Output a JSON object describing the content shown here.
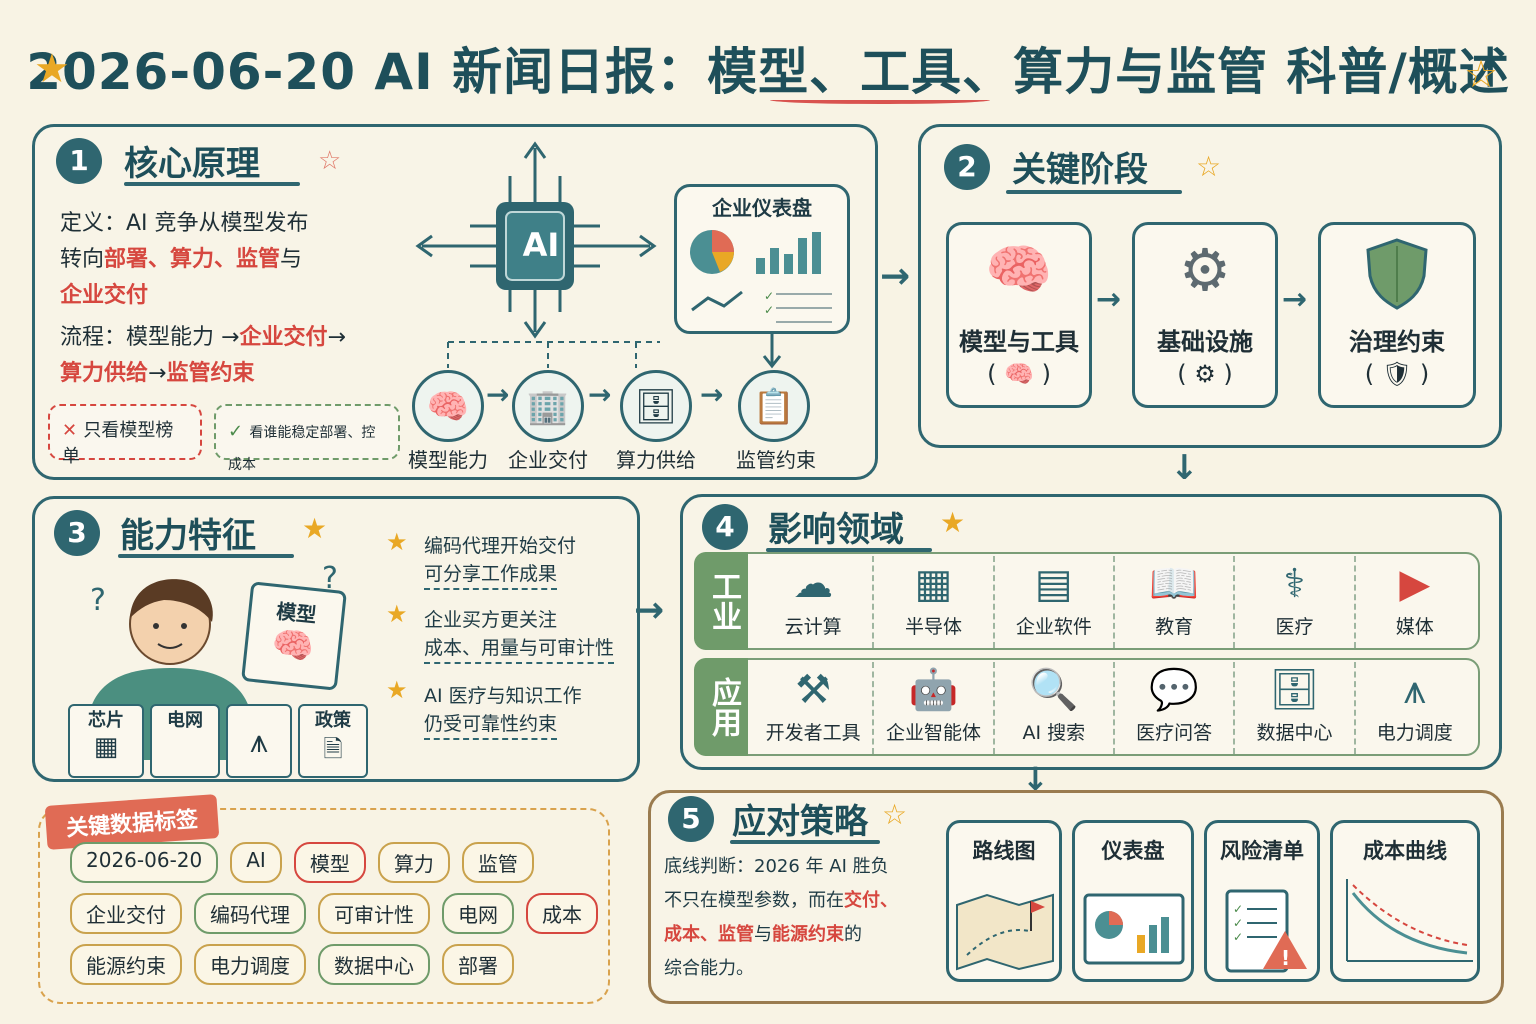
{
  "title": "2026-06-20 AI 新闻日报：模型、工具、算力与监管 科普/概述",
  "sections": {
    "s1": {
      "num": "1",
      "title": "核心原理",
      "def_line1": "定义：AI 竞争从模型发布",
      "def_line2a": "转向",
      "def_red1": "部署、算力、监管",
      "def_line2b": "与",
      "def_red2": "企业交付",
      "flow_a": "流程：模型能力 →",
      "flow_red1": "企业交付",
      "flow_b": "→",
      "flow_red2": "算力供给",
      "flow_c": "→",
      "flow_red3": "监管约束",
      "wrong_box": "只看模型榜单",
      "right_box": "看谁能稳定部署、控成本",
      "chip_label": "AI",
      "dashboard_title": "企业仪表盘",
      "flow_items": [
        "模型能力",
        "企业交付",
        "算力供给",
        "监管约束"
      ]
    },
    "s2": {
      "num": "2",
      "title": "关键阶段",
      "cards": [
        {
          "label": "模型与工具",
          "paren": "( 🧠 )"
        },
        {
          "label": "基础设施",
          "paren": "( ⚙ )"
        },
        {
          "label": "治理约束",
          "paren": "( 🛡 )"
        }
      ]
    },
    "s3": {
      "num": "3",
      "title": "能力特征",
      "sign": "模型",
      "cards": [
        "芯片",
        "电网",
        "",
        "政策"
      ],
      "points": [
        {
          "l1": "编码代理开始交付",
          "l2": "可分享工作成果"
        },
        {
          "l1": "企业买方更关注",
          "l2": "成本、用量与可审计性"
        },
        {
          "l1": "AI 医疗与知识工作",
          "l2": "仍受可靠性约束"
        }
      ]
    },
    "s4": {
      "num": "4",
      "title": "影响领域",
      "row1_head": "工业",
      "row2_head": "应用",
      "row1": [
        {
          "icon": "cloud-icon",
          "label": "云计算"
        },
        {
          "icon": "chip-icon",
          "label": "半导体"
        },
        {
          "icon": "software-icon",
          "label": "企业软件"
        },
        {
          "icon": "book-icon",
          "label": "教育"
        },
        {
          "icon": "stethoscope-icon",
          "label": "医疗"
        },
        {
          "icon": "play-icon",
          "label": "媒体"
        }
      ],
      "row2": [
        {
          "icon": "tools-icon",
          "label": "开发者工具"
        },
        {
          "icon": "robot-icon",
          "label": "企业智能体"
        },
        {
          "icon": "magnifier-icon",
          "label": "AI 搜索"
        },
        {
          "icon": "qa-icon",
          "label": "医疗问答"
        },
        {
          "icon": "server-icon",
          "label": "数据中心"
        },
        {
          "icon": "pylon-icon",
          "label": "电力调度"
        }
      ]
    },
    "s5": {
      "num": "5",
      "title": "应对策略",
      "text_a": "底线判断：2026 年 AI 胜负",
      "text_b": "不只在模型参数，而在",
      "red1": "交付、",
      "red2": "成本、监管",
      "text_c": "与",
      "red3": "能源约束",
      "text_d": "的",
      "text_e": "综合能力。",
      "cards": [
        "路线图",
        "仪表盘",
        "风险清单",
        "成本曲线"
      ]
    },
    "tags": {
      "ribbon": "关键数据标签",
      "items": [
        "2026-06-20",
        "AI",
        "模型",
        "算力",
        "监管",
        "企业交付",
        "编码代理",
        "可审计性",
        "电网",
        "成本",
        "能源约束",
        "电力调度",
        "数据中心",
        "部署"
      ]
    }
  },
  "colors": {
    "accent": "#2f6670",
    "red": "#d6473f",
    "green": "#6f9b6a",
    "gold": "#e9a825"
  }
}
